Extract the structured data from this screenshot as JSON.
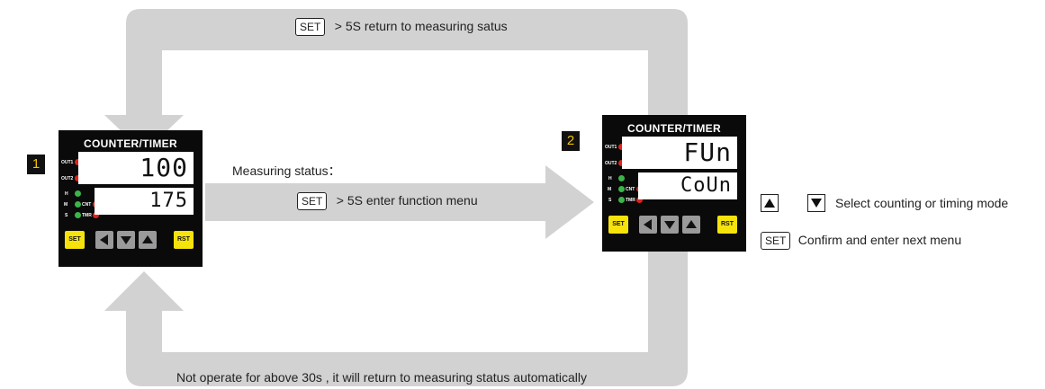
{
  "top_note": {
    "key": "SET",
    "text": "> 5S return to measuring satus"
  },
  "middle_note": {
    "label": "Measuring status：",
    "key": "SET",
    "text": "> 5S enter function menu"
  },
  "bottom_note": {
    "text": "Not operate for above 30s , it will return to  measuring status automatically"
  },
  "device1": {
    "badge": "1",
    "title": "COUNTER/TIMER",
    "display1": "100",
    "display2": "175",
    "indicators": {
      "out1": "OUT1",
      "out2": "OUT2",
      "h": "H",
      "m": "M",
      "s": "S",
      "cnt": "CNT",
      "tmr": "TMR"
    },
    "buttons": {
      "set": "SET",
      "rst": "RST"
    }
  },
  "device2": {
    "badge": "2",
    "title": "COUNTER/TIMER",
    "display1": "FUn",
    "display2": "CoUn",
    "indicators": {
      "out1": "OUT1",
      "out2": "OUT2",
      "h": "H",
      "m": "M",
      "s": "S",
      "cnt": "CNT",
      "tmr": "TMR"
    },
    "buttons": {
      "set": "SET",
      "rst": "RST"
    }
  },
  "legend": {
    "select_text": "Select counting or timing mode",
    "confirm_key": "SET",
    "confirm_text": "Confirm and enter next menu",
    "up_icon": "up-triangle-icon",
    "down_icon": "down-triangle-icon"
  },
  "colors": {
    "arrow": "#d2d2d2",
    "device_bg": "#0a0a0a",
    "led_red": "#e0231b",
    "led_green": "#3bb54a",
    "button_yellow": "#f6e30c",
    "badge_text": "#f2c500"
  }
}
